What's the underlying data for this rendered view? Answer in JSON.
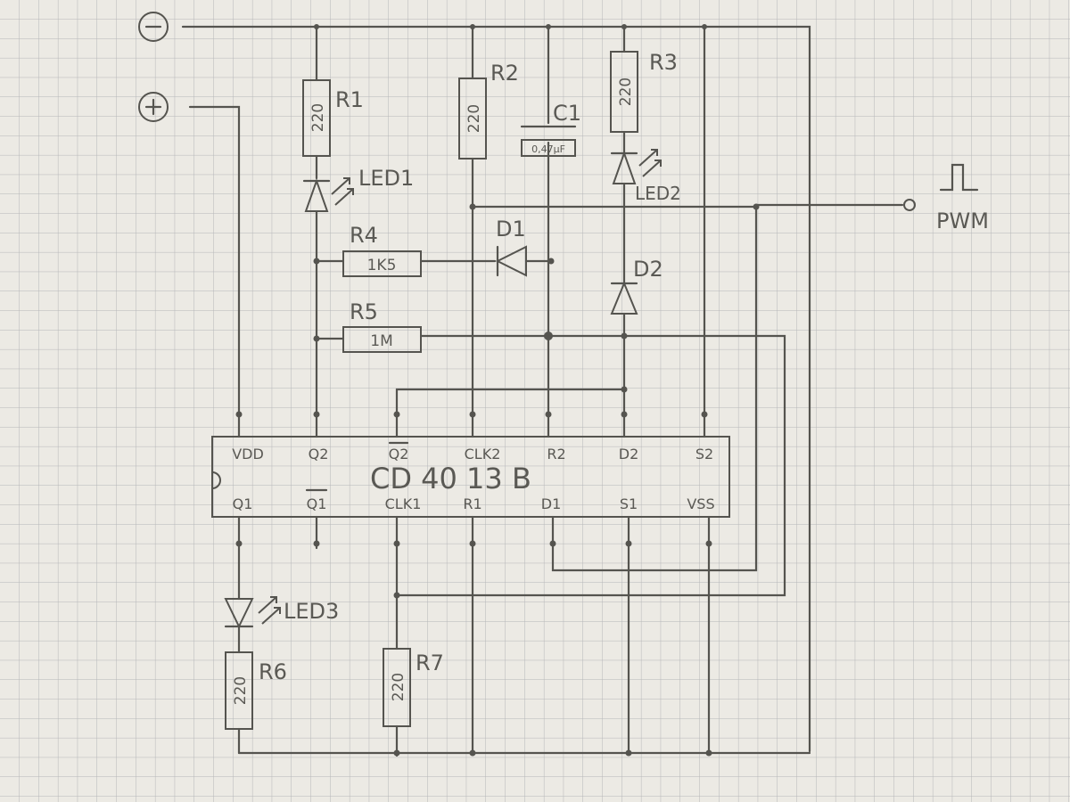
{
  "terminals": {
    "minus": "−",
    "plus": "+"
  },
  "chip": {
    "name": "CD 40 13 B",
    "top_pins": [
      "VDD",
      "Q2",
      "Q2",
      "CLK2",
      "R2",
      "D2",
      "S2"
    ],
    "bottom_pins": [
      "Q1",
      "Q1",
      "CLK1",
      "R1",
      "D1",
      "S1",
      "VSS"
    ]
  },
  "resistors": {
    "r1": {
      "name": "R1",
      "value": "220"
    },
    "r2": {
      "name": "R2",
      "value": "220"
    },
    "r3": {
      "name": "R3",
      "value": "220"
    },
    "r4": {
      "name": "R4",
      "value": "1K5"
    },
    "r5": {
      "name": "R5",
      "value": "1M"
    },
    "r6": {
      "name": "R6",
      "value": "220"
    },
    "r7": {
      "name": "R7",
      "value": "220"
    }
  },
  "capacitor": {
    "name": "C1",
    "value": "0,47µF"
  },
  "diodes": {
    "d1": "D1",
    "d2": "D2"
  },
  "leds": {
    "led1": "LED1",
    "led2": "LED2",
    "led3": "LED3"
  },
  "output": {
    "label": "PWM"
  },
  "colors": {
    "paper": "#eceae4",
    "grid": "#b5b6b8",
    "pencil": "#55544f"
  }
}
